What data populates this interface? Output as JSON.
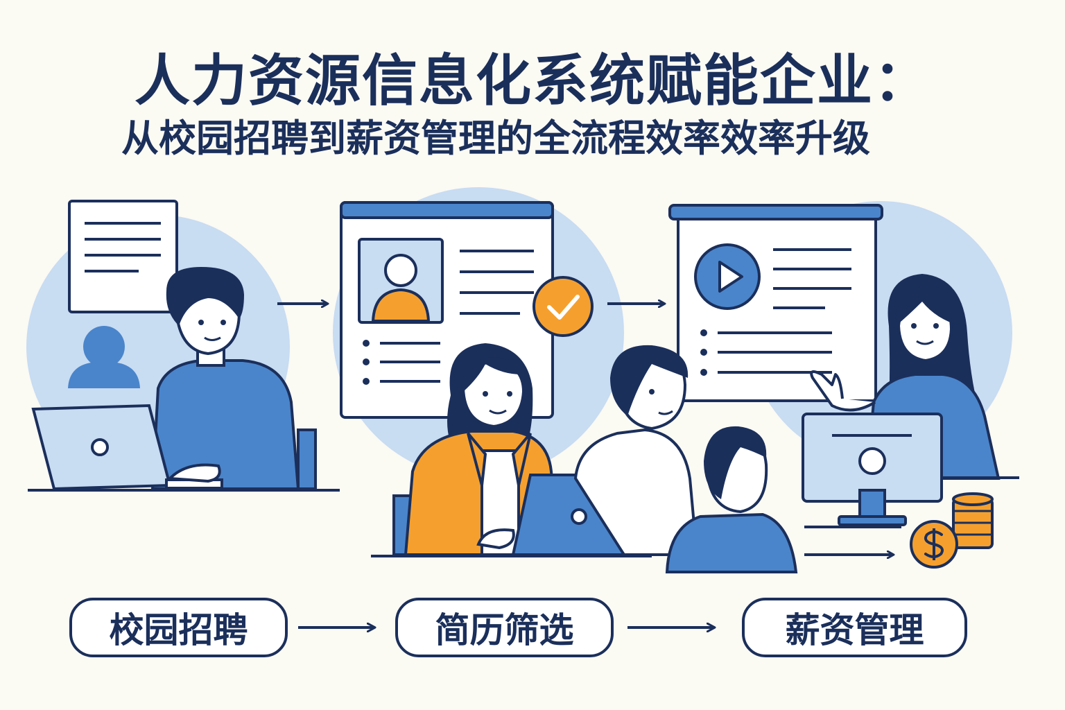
{
  "title": "人力资源信息化系统赋能企业：",
  "subtitle": "从校园招聘到薪资管理的全流程效率效率升级",
  "steps": [
    "校园招聘",
    "简历筛选",
    "薪资管理"
  ],
  "icons": [
    "document-icon",
    "user-silhouette-icon",
    "laptop-icon",
    "profile-card-icon",
    "checkmark-badge-icon",
    "play-video-icon",
    "monitor-icon",
    "coin-stack-icon",
    "dollar-coin-icon",
    "arrow-right-icon"
  ],
  "colors": {
    "navy": "#1b2f5b",
    "blue": "#4a85cb",
    "light_blue": "#c8dcf2",
    "orange": "#f5a02e",
    "background": "#fbfaf3"
  }
}
